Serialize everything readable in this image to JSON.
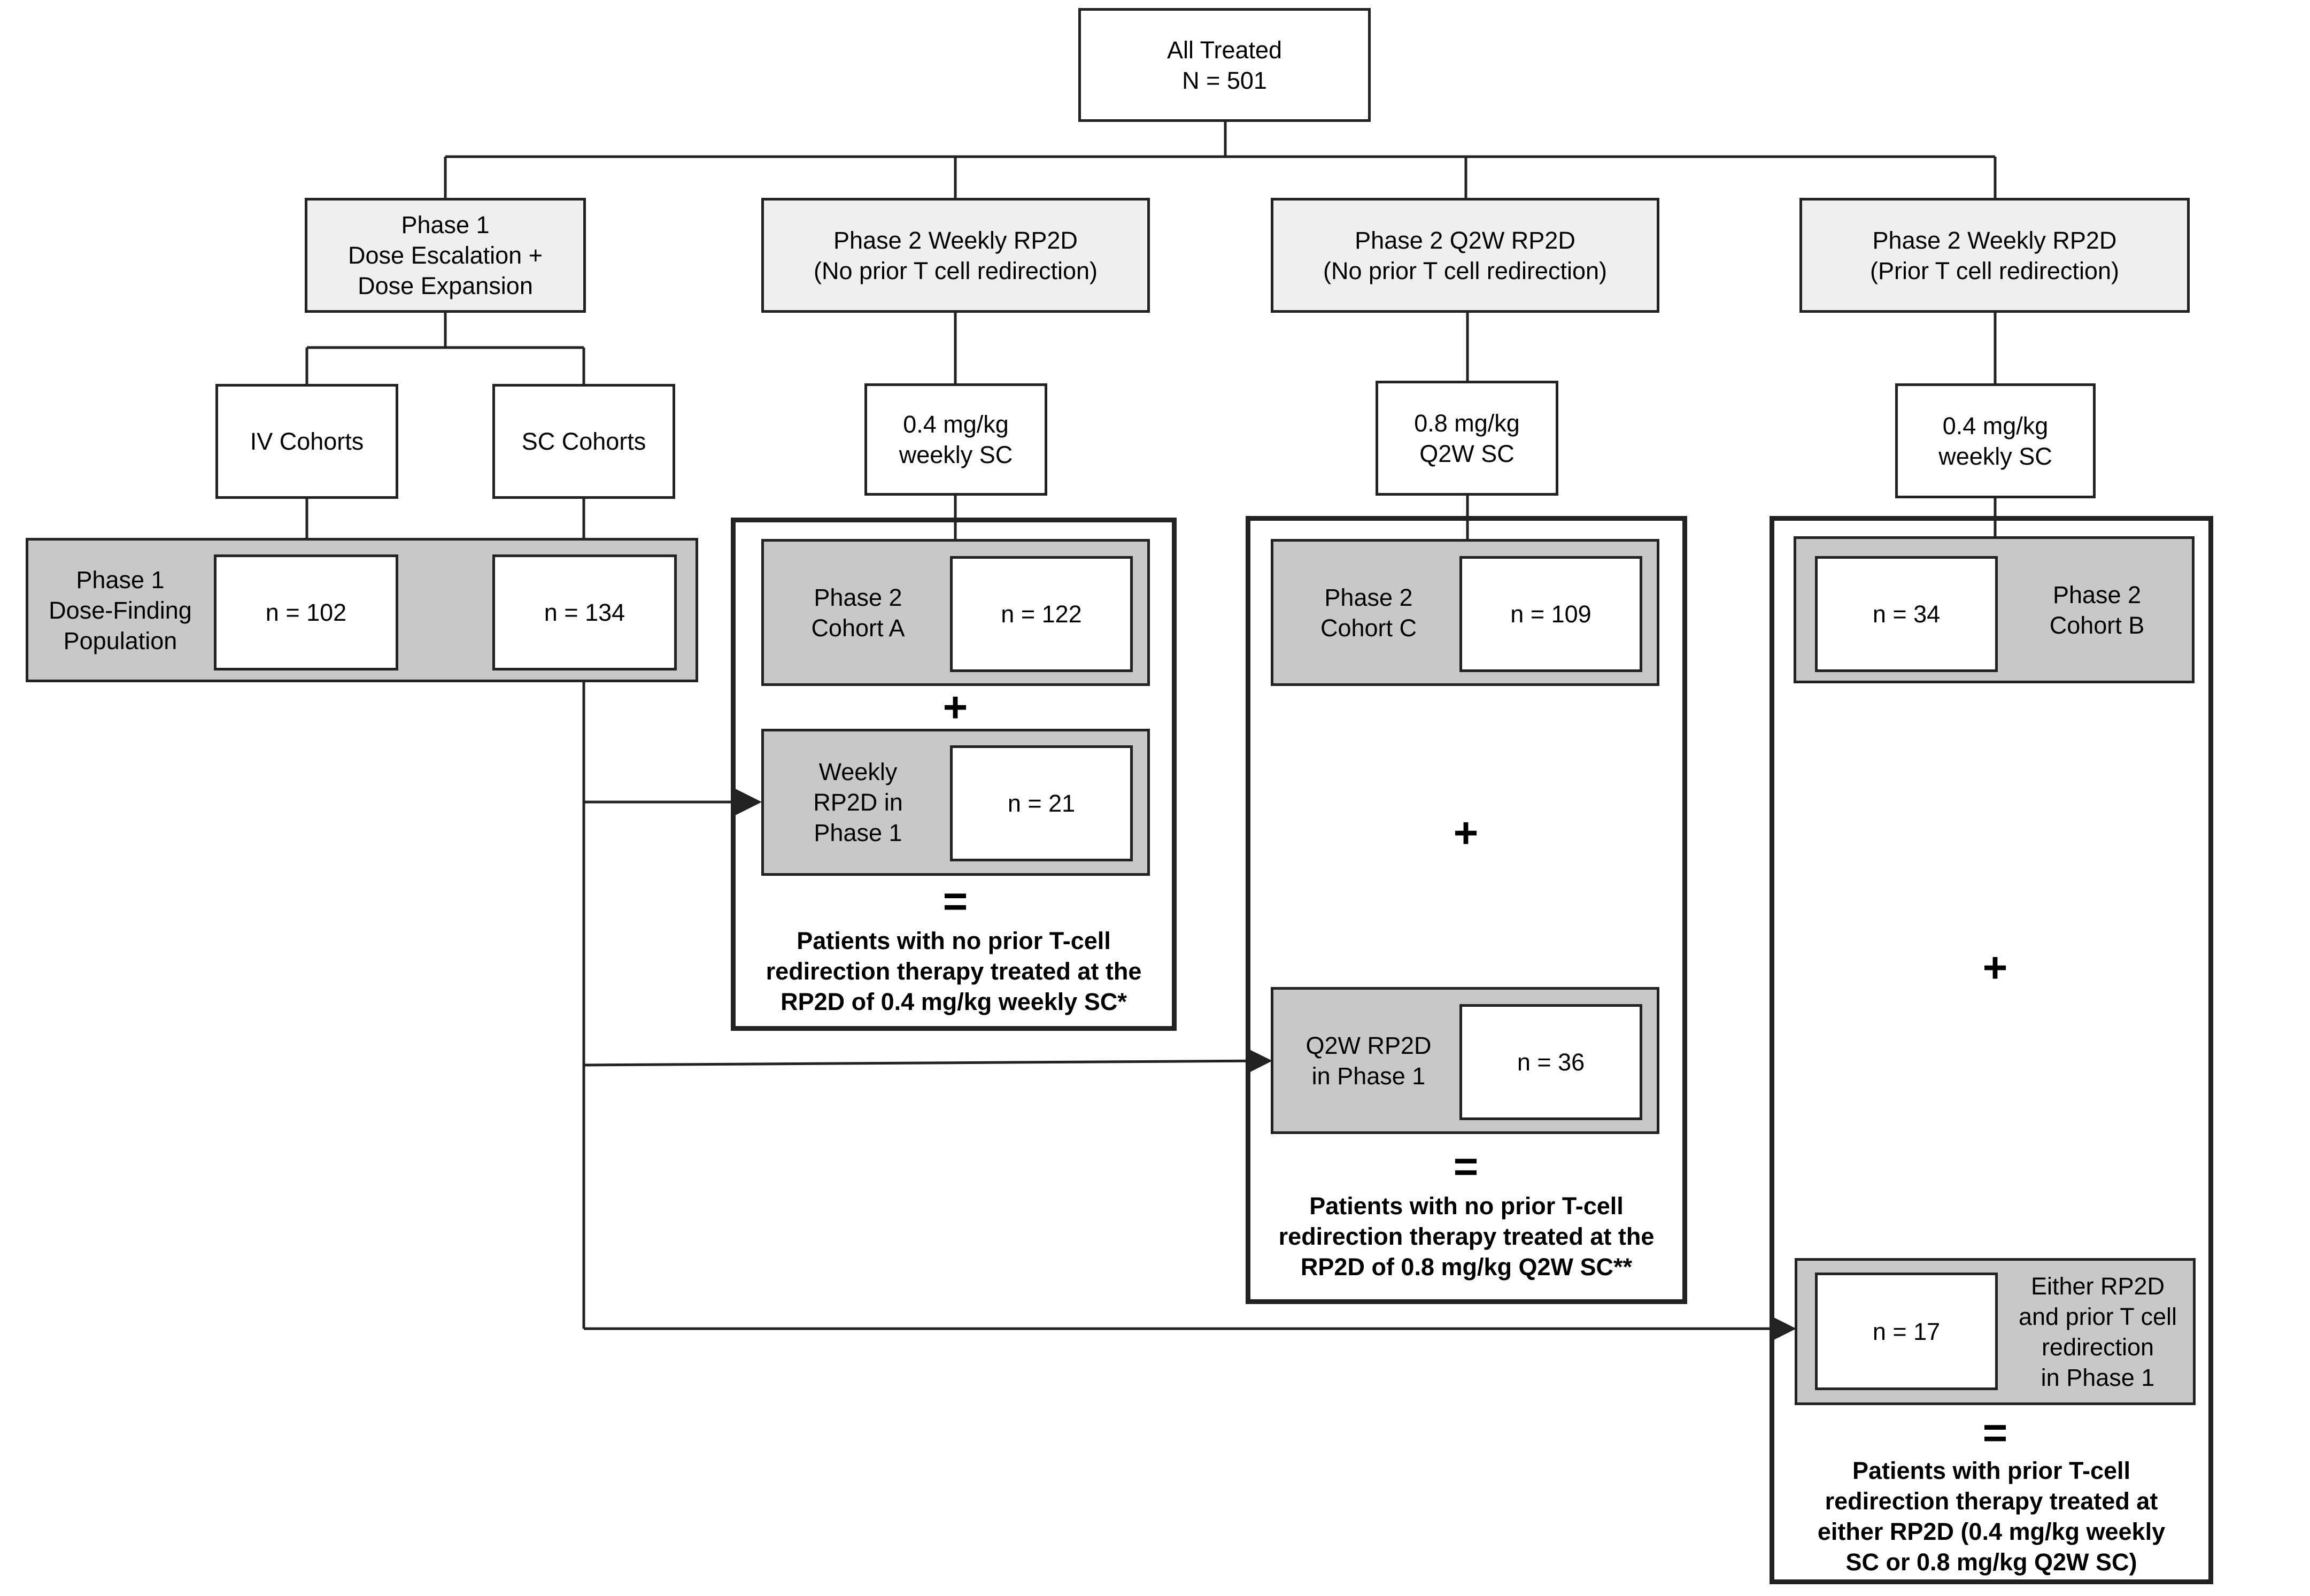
{
  "root": {
    "label": "All Treated\nN = 501"
  },
  "branches": {
    "phase1": {
      "label": "Phase 1\nDose Escalation +\nDose Expansion"
    },
    "p2_weekly_noprior": {
      "label": "Phase 2 Weekly RP2D\n(No prior T cell redirection)"
    },
    "p2_q2w_noprior": {
      "label": "Phase 2 Q2W RP2D\n(No prior T cell redirection)"
    },
    "p2_weekly_prior": {
      "label": "Phase 2 Weekly RP2D\n(Prior T cell redirection)"
    }
  },
  "phase1_cohorts": {
    "iv": "IV Cohorts",
    "sc": "SC Cohorts"
  },
  "doses": {
    "weekly_a": "0.4 mg/kg\nweekly SC",
    "q2w": "0.8 mg/kg\nQ2W SC",
    "weekly_b": "0.4 mg/kg\nweekly SC"
  },
  "dose_finding": {
    "label": "Phase 1\nDose-Finding\nPopulation",
    "iv_n": "n = 102",
    "sc_n": "n = 134"
  },
  "group_a": {
    "cohort_label": "Phase 2\nCohort A",
    "cohort_n": "n = 122",
    "plus": "+",
    "p1_label": "Weekly\nRP2D in\nPhase 1",
    "p1_n": "n = 21",
    "equals": "=",
    "result": "Patients with no prior T-cell\nredirection therapy treated at the\nRP2D of 0.4 mg/kg weekly SC*"
  },
  "group_c": {
    "cohort_label": "Phase 2\nCohort C",
    "cohort_n": "n = 109",
    "plus": "+",
    "p1_label": "Q2W RP2D\nin Phase 1",
    "p1_n": "n = 36",
    "equals": "=",
    "result": "Patients with no prior T-cell\nredirection therapy treated at the\nRP2D of 0.8 mg/kg Q2W SC**"
  },
  "group_b": {
    "cohort_label": "Phase 2\nCohort B",
    "cohort_n": "n = 34",
    "plus": "+",
    "p1_label": "Either RP2D\nand prior T cell\nredirection\nin Phase 1",
    "p1_n": "n = 17",
    "equals": "=",
    "result": "Patients with prior T-cell\nredirection therapy treated at\neither RP2D (0.4 mg/kg weekly\nSC or 0.8 mg/kg Q2W SC)"
  },
  "colors": {
    "line": "#222222",
    "grey_box": "#c8c8c8",
    "light_box": "#efefef",
    "white": "#ffffff"
  }
}
